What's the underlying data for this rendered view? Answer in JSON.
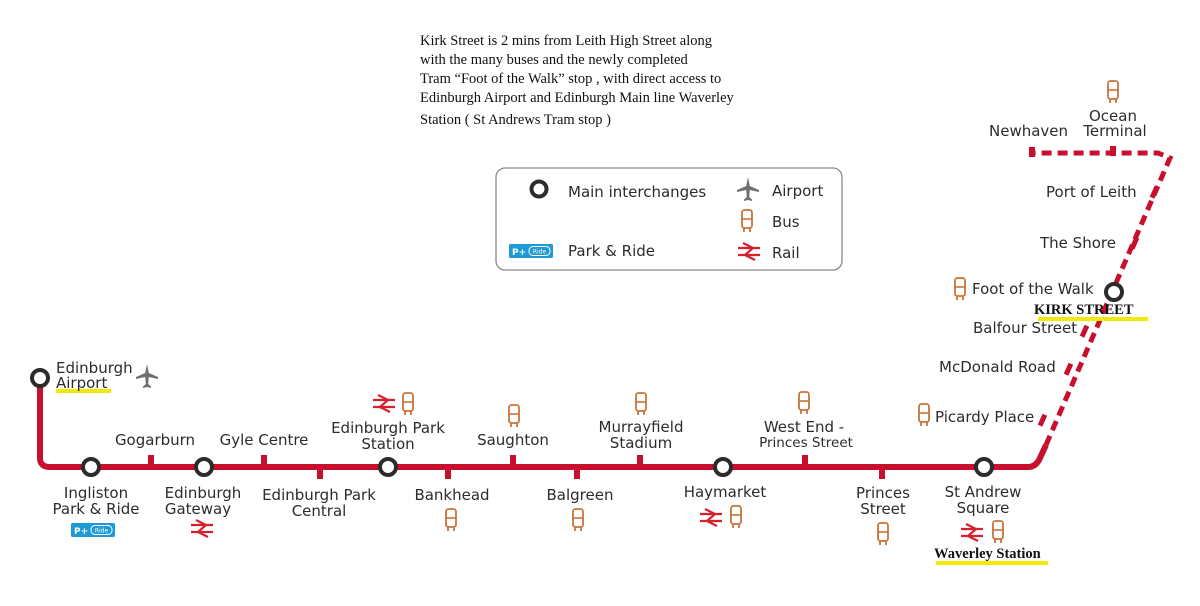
{
  "note": {
    "lines": [
      "Kirk Street is 2 mins from Leith High Street along",
      "with the many buses and the newly completed",
      "Tram “Foot of the Walk” stop , with direct access to",
      "Edinburgh Airport and Edinburgh Main line Waverley",
      "Station ( St Andrews Tram stop )"
    ]
  },
  "legend": {
    "main_interchanges": "Main interchanges",
    "airport": "Airport",
    "bus": "Bus",
    "park_ride": "Park & Ride",
    "rail": "Rail",
    "park_ride_badge": "P+",
    "park_ride_badge_sub": "Ride"
  },
  "colors": {
    "line": "#c8102e",
    "rail": "#d6202c",
    "bus": "#c8743a",
    "airport": "#6f6f6f",
    "park_ride": "#1e9ad6",
    "highlight": "#f2ea00"
  },
  "stops": {
    "edinburgh_airport": [
      "Edinburgh",
      "Airport"
    ],
    "ingliston": [
      "Ingliston",
      "Park & Ride"
    ],
    "gogarburn": [
      "Gogarburn"
    ],
    "edinburgh_gateway": [
      "Edinburgh",
      "Gateway"
    ],
    "gyle_centre": [
      "Gyle Centre"
    ],
    "edinburgh_park_central": [
      "Edinburgh Park",
      "Central"
    ],
    "edinburgh_park_station": [
      "Edinburgh Park",
      "Station"
    ],
    "bankhead": [
      "Bankhead"
    ],
    "saughton": [
      "Saughton"
    ],
    "balgreen": [
      "Balgreen"
    ],
    "murrayfield": [
      "Murrayfield",
      "Stadium"
    ],
    "haymarket": [
      "Haymarket"
    ],
    "west_end": [
      "West End -",
      "Princes Street"
    ],
    "princes_street": [
      "Princes",
      "Street"
    ],
    "st_andrew_square": [
      "St Andrew",
      "Square"
    ],
    "picardy_place": [
      "Picardy Place"
    ],
    "mcdonald_road": [
      "McDonald Road"
    ],
    "balfour_street": [
      "Balfour Street"
    ],
    "foot_of_the_walk": [
      "Foot of the Walk"
    ],
    "the_shore": [
      "The Shore"
    ],
    "port_of_leith": [
      "Port of Leith"
    ],
    "newhaven": [
      "Newhaven"
    ],
    "ocean_terminal": [
      "Ocean",
      "Terminal"
    ]
  },
  "annotations": {
    "kirk_street": "KIRK STREET",
    "waverley_station": "Waverley Station"
  }
}
